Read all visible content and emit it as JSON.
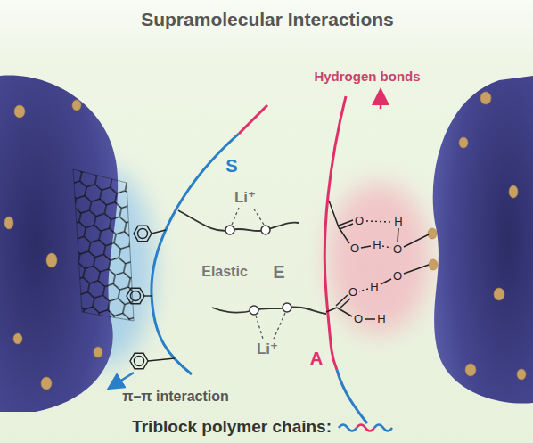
{
  "diagram": {
    "title": "Supramolecular Interactions",
    "caption": "Triblock polymer chains:",
    "labels": [
      "Hydrogen bonds",
      "S",
      "Li⁺",
      "O",
      "H",
      "O",
      "H",
      "O",
      "Elastic",
      "E",
      "O",
      "H",
      "O",
      "O",
      "H",
      "Li⁺",
      "A",
      "π–π interaction"
    ]
  }
}
